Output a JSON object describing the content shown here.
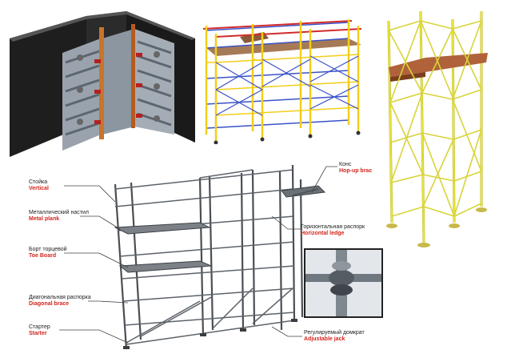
{
  "images": {
    "formwork": {
      "name": "wall-formwork-corner-image"
    },
    "frame_scaffold": {
      "name": "frame-scaffold-image"
    },
    "mobile_tower": {
      "name": "mobile-tower-scaffold-image"
    },
    "cuplock": {
      "name": "cuplock-scaffold-diagram"
    },
    "inset": {
      "name": "cuplock-joint-closeup-image"
    }
  },
  "labels": {
    "vertical": {
      "ru": "Стойка",
      "en": "Vertical"
    },
    "metal_plank": {
      "ru": "Металлический настил",
      "en": "Metal plank"
    },
    "toe_board": {
      "ru": "Борт торцевой",
      "en": "Toe Board"
    },
    "diagonal": {
      "ru": "Диагональная распорка",
      "en": "Diagonal brace"
    },
    "starter": {
      "ru": "Стартер",
      "en": "Starter"
    },
    "hopup": {
      "ru": "Конс",
      "en": "Hop-up brac"
    },
    "horizontal": {
      "ru": "Горизонтальная распорк",
      "en": "Horizontal ledge"
    },
    "jack": {
      "ru": "Регулируемый домкрат",
      "en": "Adjustable jack"
    }
  },
  "colors": {
    "accent_red": "#d3261e",
    "formwork_panel": "#1e1e1e",
    "frame_yellow": "#f2cf1a",
    "frame_blue": "#3a52c8",
    "tower_yellow": "#e6e23c",
    "deck_wood": "#b0633a",
    "steel_grey": "#4a4f55"
  }
}
